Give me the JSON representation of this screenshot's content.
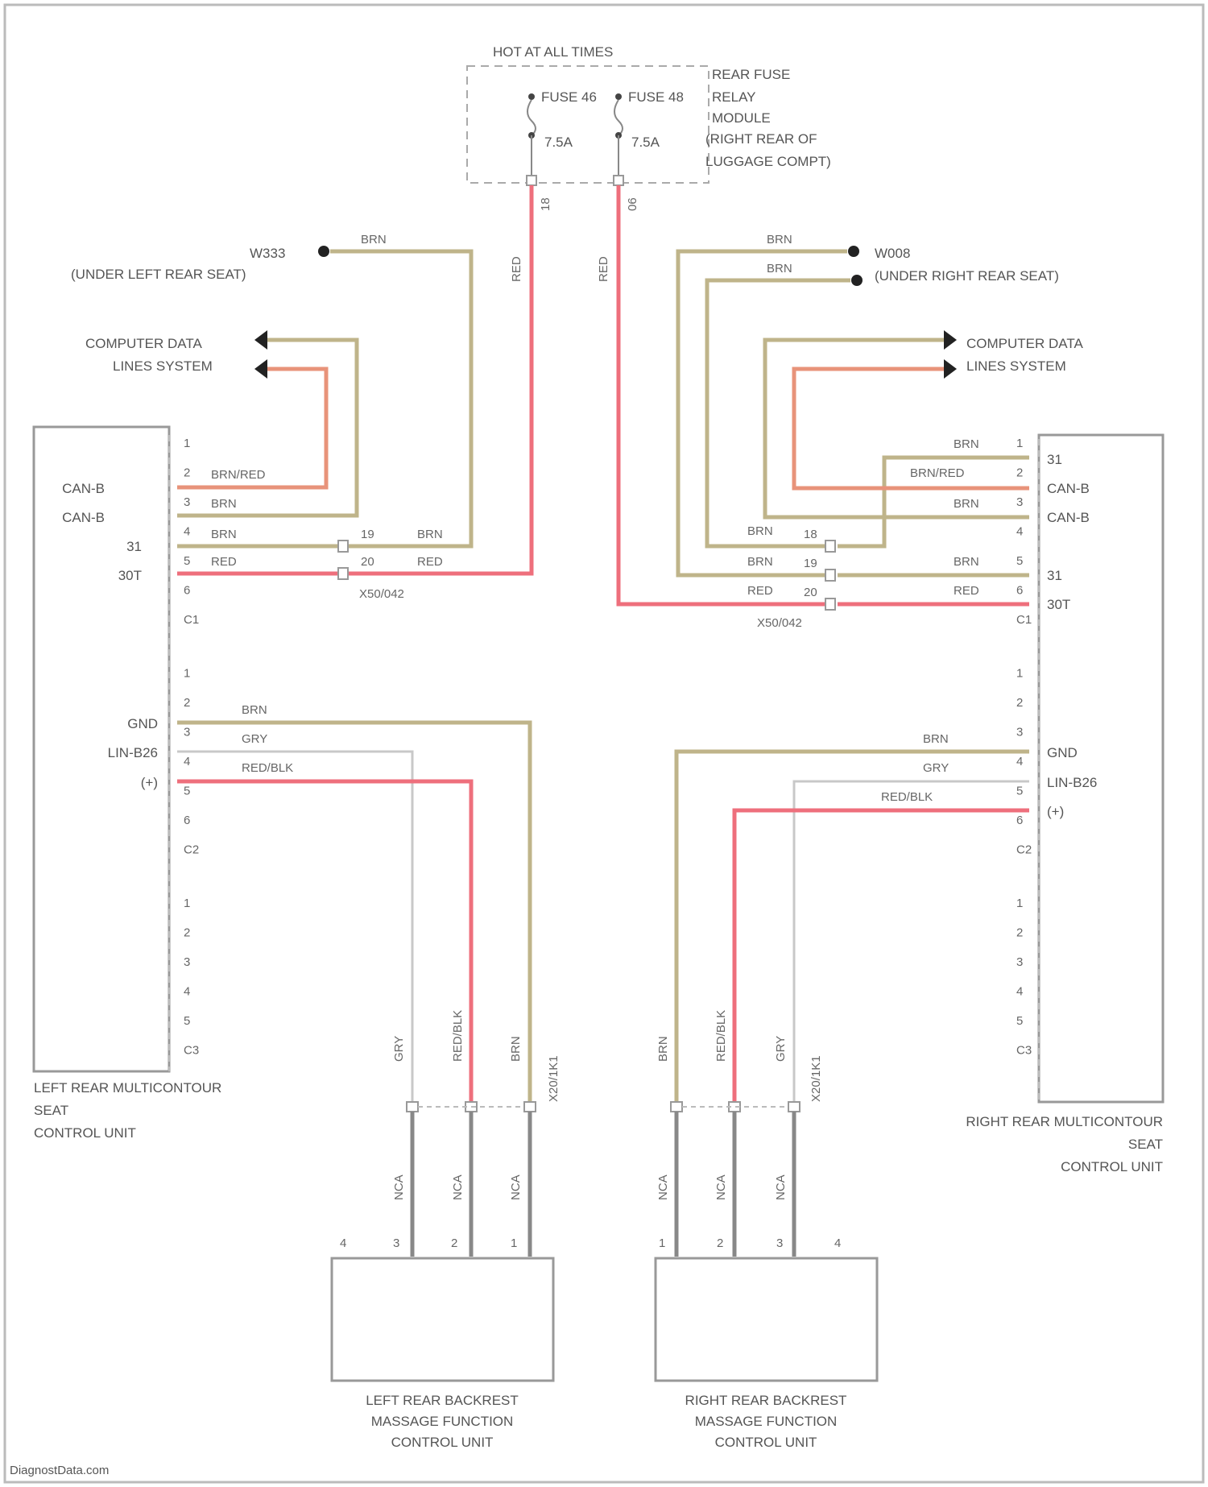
{
  "fuse_block": {
    "hot_label": "HOT AT ALL TIMES",
    "fuse_left": "FUSE 46",
    "fuse_right": "FUSE 48",
    "fuse_left_amp": "7.5A",
    "fuse_right_amp": "7.5A",
    "module_lines": [
      "REAR FUSE",
      "RELAY",
      "MODULE",
      "(RIGHT REAR OF",
      "LUGGAGE COMPT)"
    ],
    "pin_left": "18",
    "pin_right": "06"
  },
  "left_side": {
    "ground_id": "W333",
    "ground_loc": "(UNDER LEFT REAR SEAT)",
    "cdl_line1": "COMPUTER DATA",
    "cdl_line2": "LINES SYSTEM",
    "unit_label": [
      "LEFT REAR MULTICONTOUR",
      "SEAT",
      "CONTROL UNIT"
    ],
    "connector": "X50/042",
    "c1_pins": [
      "1",
      "2",
      "3",
      "4",
      "5",
      "6",
      "C1"
    ],
    "c1_signals": [
      "CAN-B",
      "CAN-B",
      "31",
      "30T"
    ],
    "c2_pins": [
      "1",
      "2",
      "3",
      "4",
      "5",
      "6",
      "C2"
    ],
    "c2_signals": [
      "GND",
      "LIN-B26",
      "(+)"
    ],
    "c3_pins": [
      "1",
      "2",
      "3",
      "4",
      "5",
      "C3"
    ],
    "wires": {
      "brn": "BRN",
      "brn_red": "BRN/RED",
      "red": "RED",
      "gry": "GRY",
      "red_blk": "RED/BLK",
      "splice_a": "19",
      "splice_b": "20",
      "ground_id_v": "X20/1K1",
      "nca": "NCA"
    },
    "massage_unit": [
      "LEFT REAR BACKREST",
      "MASSAGE FUNCTION",
      "CONTROL UNIT"
    ]
  },
  "right_side": {
    "ground_id": "W008",
    "ground_loc": "(UNDER RIGHT REAR SEAT)",
    "cdl_line1": "COMPUTER DATA",
    "cdl_line2": "LINES SYSTEM",
    "unit_label": [
      "RIGHT REAR MULTICONTOUR",
      "SEAT",
      "CONTROL UNIT"
    ],
    "connector": "X50/042",
    "c1_pins": [
      "1",
      "2",
      "3",
      "4",
      "5",
      "6",
      "C1"
    ],
    "c1_signals": [
      "31",
      "CAN-B",
      "CAN-B",
      "31",
      "30T"
    ],
    "c2_pins": [
      "1",
      "2",
      "3",
      "4",
      "5",
      "6",
      "C2"
    ],
    "c2_signals": [
      "GND",
      "LIN-B26",
      "(+)"
    ],
    "c3_pins": [
      "1",
      "2",
      "3",
      "4",
      "5",
      "C3"
    ],
    "wires": {
      "brn": "BRN",
      "brn_red": "BRN/RED",
      "red": "RED",
      "gry": "GRY",
      "red_blk": "RED/BLK",
      "splice_a": "18",
      "splice_b": "19",
      "splice_c": "20",
      "ground_id_v": "X20/1K1",
      "nca": "NCA"
    },
    "massage_unit": [
      "RIGHT REAR BACKREST",
      "MASSAGE FUNCTION",
      "CONTROL UNIT"
    ]
  },
  "watermark": "DiagnostData.com",
  "colors": {
    "brn": "#bfb48a",
    "red": "#ee6f7c",
    "brn_red": "#e8937a",
    "gry": "#c8c8c8",
    "nca": "#888888"
  }
}
